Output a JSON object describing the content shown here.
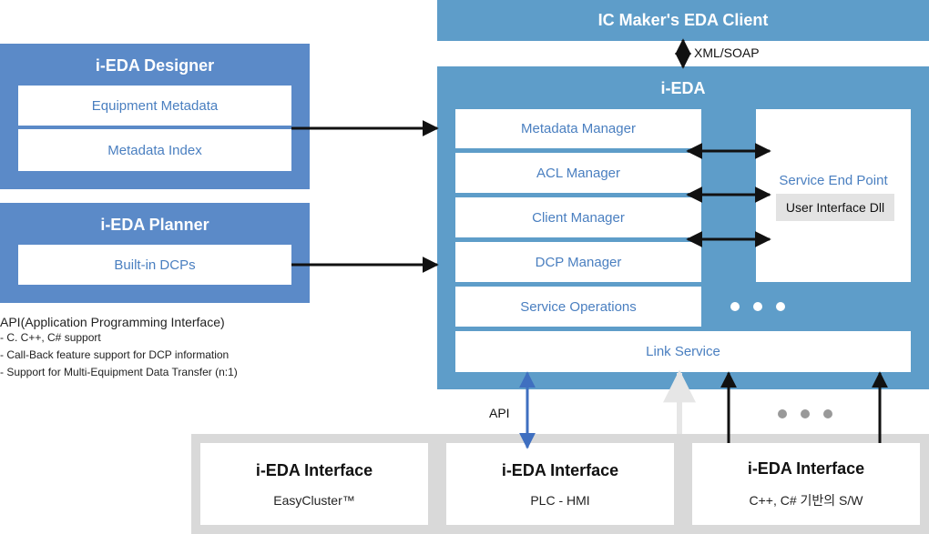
{
  "client": {
    "title": "IC Maker's EDA Client",
    "protocol": "XML/SOAP"
  },
  "designer": {
    "title": "i-EDA Designer",
    "items": [
      "Equipment Metadata",
      "Metadata Index"
    ]
  },
  "planner": {
    "title": "i-EDA Planner",
    "item": "Built-in DCPs"
  },
  "api_notes": {
    "heading": "API(Application Programming Interface)",
    "bullets": [
      "- C. C++, C# support",
      "- Call-Back feature support for DCP information",
      "- Support for Multi-Equipment Data Transfer (n:1)"
    ]
  },
  "core": {
    "title": "i-EDA",
    "managers": [
      "Metadata Manager",
      "ACL Manager",
      "Client Manager",
      "DCP Manager",
      "Service Operations"
    ],
    "service_endpoint": "Service End Point",
    "user_interface": "User Interface Dll",
    "link_service": "Link Service"
  },
  "api_label": "API",
  "interfaces": [
    {
      "title": "i-EDA Interface",
      "subtitle": "EasyCluster™"
    },
    {
      "title": "i-EDA Interface",
      "subtitle": "PLC - HMI"
    },
    {
      "title": "i-EDA Interface",
      "subtitle": "C++, C# 기반의 S/W"
    }
  ],
  "colors": {
    "designer_panel": "#5b8ac8",
    "core_panel": "#5e9dc9",
    "bottom_band": "#d9d9d9",
    "box_text": "#4a7fc0",
    "api_arrow": "#3f6fc0"
  }
}
